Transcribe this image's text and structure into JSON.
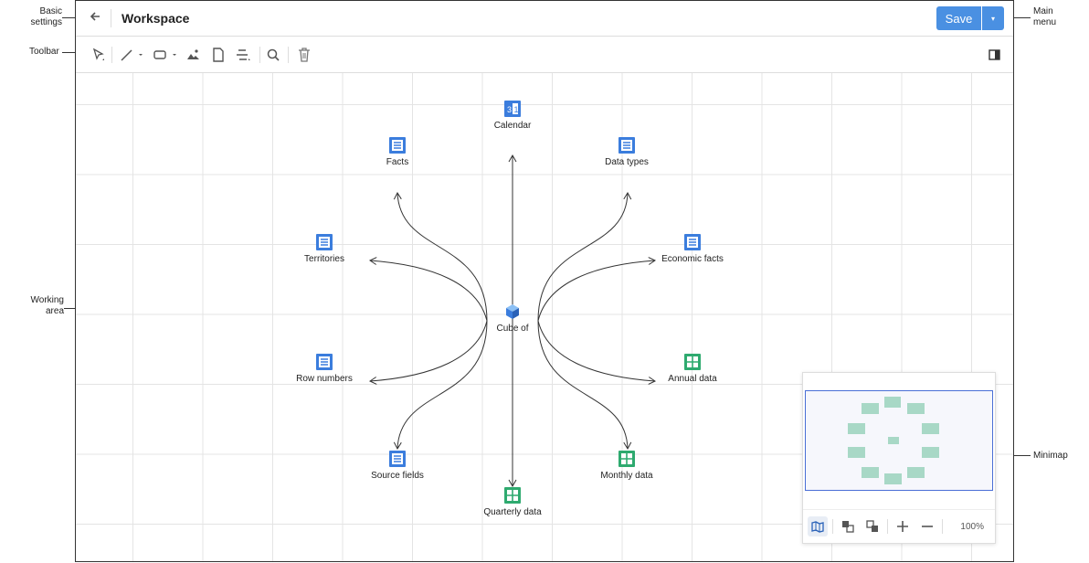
{
  "header": {
    "title": "Workspace",
    "save_label": "Save"
  },
  "annotations": {
    "basic_settings": "Basic settings",
    "toolbar": "Toolbar",
    "working_area": "Working area",
    "main_menu": "Main menu",
    "minimap": "Minimap"
  },
  "nodes": {
    "calendar": "Calendar",
    "facts": "Facts",
    "data_types": "Data types",
    "territories": "Territories",
    "economic_facts": "Economic facts",
    "cube": "Cube of",
    "row_numbers": "Row numbers",
    "annual_data": "Annual data",
    "source_fields": "Source fields",
    "monthly_data": "Monthly data",
    "quarterly_data": "Quarterly data"
  },
  "minimap": {
    "zoom": "100%"
  },
  "colors": {
    "accent": "#4a90e2",
    "table_icon": "#2eaa6f",
    "link": "#333333"
  }
}
